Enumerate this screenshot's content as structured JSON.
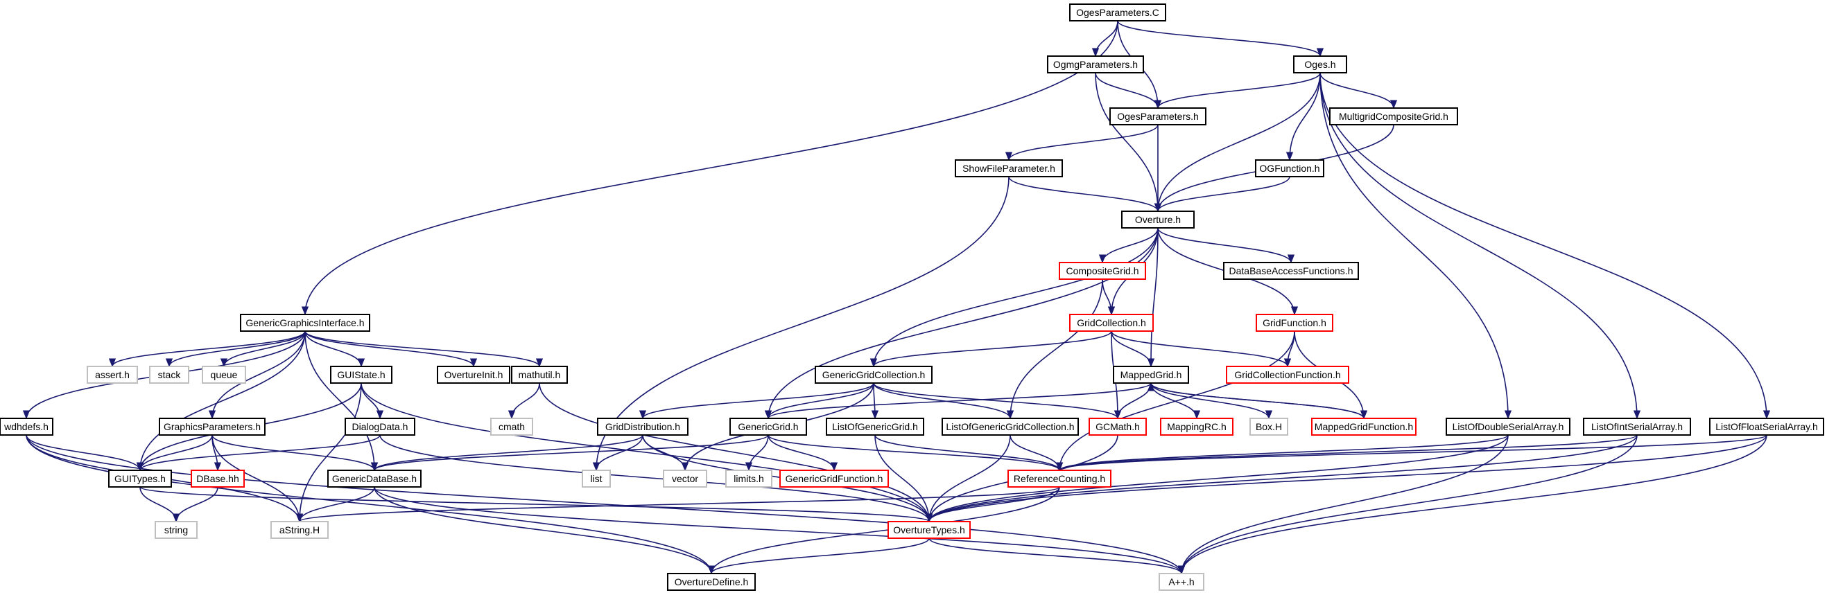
{
  "diagram": {
    "style": {
      "edge_color": "#191970",
      "root_fill": "#bfbfbf",
      "normal_border": "#000000",
      "truncated_border": "#ff0000",
      "external_border": "#bfbfbf"
    },
    "nodes": [
      {
        "id": "n_root",
        "label": "OgesParameters.C",
        "kind": "root"
      },
      {
        "id": "n_ogmgparameters_h",
        "label": "OgmgParameters.h",
        "kind": "normal"
      },
      {
        "id": "n_oges_h",
        "label": "Oges.h",
        "kind": "normal"
      },
      {
        "id": "n_ogesparameters_h",
        "label": "OgesParameters.h",
        "kind": "normal"
      },
      {
        "id": "n_multigridcompositegrid_h",
        "label": "MultigridCompositeGrid.h",
        "kind": "normal"
      },
      {
        "id": "n_showfileparameter_h",
        "label": "ShowFileParameter.h",
        "kind": "normal"
      },
      {
        "id": "n_ogfunction_h",
        "label": "OGFunction.h",
        "kind": "normal"
      },
      {
        "id": "n_overture_h",
        "label": "Overture.h",
        "kind": "normal"
      },
      {
        "id": "n_compositegrid_h",
        "label": "CompositeGrid.h",
        "kind": "truncated"
      },
      {
        "id": "n_databaseaccessfunctions_h",
        "label": "DataBaseAccessFunctions.h",
        "kind": "normal"
      },
      {
        "id": "n_genericgraphicsinterface_h",
        "label": "GenericGraphicsInterface.h",
        "kind": "normal"
      },
      {
        "id": "n_gridcollection_h",
        "label": "GridCollection.h",
        "kind": "truncated"
      },
      {
        "id": "n_gridfunction_h",
        "label": "GridFunction.h",
        "kind": "truncated"
      },
      {
        "id": "n_assert_h",
        "label": "assert.h",
        "kind": "external"
      },
      {
        "id": "n_stack",
        "label": "stack",
        "kind": "external"
      },
      {
        "id": "n_queue",
        "label": "queue",
        "kind": "external"
      },
      {
        "id": "n_guistate_h",
        "label": "GUIState.h",
        "kind": "normal"
      },
      {
        "id": "n_overtureinit_h",
        "label": "OvertureInit.h",
        "kind": "normal"
      },
      {
        "id": "n_mathutil_h",
        "label": "mathutil.h",
        "kind": "normal"
      },
      {
        "id": "n_genericgridcollection_h",
        "label": "GenericGridCollection.h",
        "kind": "normal"
      },
      {
        "id": "n_mappedgrid_h",
        "label": "MappedGrid.h",
        "kind": "normal"
      },
      {
        "id": "n_gridcollectionfunction_h",
        "label": "GridCollectionFunction.h",
        "kind": "truncated"
      },
      {
        "id": "n_cmath",
        "label": "cmath",
        "kind": "external"
      },
      {
        "id": "n_wdhdefs_h",
        "label": "wdhdefs.h",
        "kind": "normal"
      },
      {
        "id": "n_graphicsparameters_h",
        "label": "GraphicsParameters.h",
        "kind": "normal"
      },
      {
        "id": "n_dialogdata_h",
        "label": "DialogData.h",
        "kind": "normal"
      },
      {
        "id": "n_griddistribution_h",
        "label": "GridDistribution.h",
        "kind": "normal"
      },
      {
        "id": "n_genericgrid_h",
        "label": "GenericGrid.h",
        "kind": "normal"
      },
      {
        "id": "n_listofgenericgrid_h",
        "label": "ListOfGenericGrid.h",
        "kind": "normal"
      },
      {
        "id": "n_listofgenericgridcollection_h",
        "label": "ListOfGenericGridCollection.h",
        "kind": "normal"
      },
      {
        "id": "n_gcmath_h",
        "label": "GCMath.h",
        "kind": "truncated"
      },
      {
        "id": "n_mappingrc_h",
        "label": "MappingRC.h",
        "kind": "truncated"
      },
      {
        "id": "n_box_h",
        "label": "Box.H",
        "kind": "external"
      },
      {
        "id": "n_mappedgridfunction_h",
        "label": "MappedGridFunction.h",
        "kind": "truncated"
      },
      {
        "id": "n_listofdoubleserialarray_h",
        "label": "ListOfDoubleSerialArray.h",
        "kind": "normal"
      },
      {
        "id": "n_listofintserialarray_h",
        "label": "ListOfIntSerialArray.h",
        "kind": "normal"
      },
      {
        "id": "n_listoffloatserialarray_h",
        "label": "ListOfFloatSerialArray.h",
        "kind": "normal"
      },
      {
        "id": "n_guitypes_h",
        "label": "GUITypes.h",
        "kind": "normal"
      },
      {
        "id": "n_dbase_hh",
        "label": "DBase.hh",
        "kind": "truncated"
      },
      {
        "id": "n_genericdatabase_h",
        "label": "GenericDataBase.h",
        "kind": "normal"
      },
      {
        "id": "n_list",
        "label": "list",
        "kind": "external"
      },
      {
        "id": "n_vector",
        "label": "vector",
        "kind": "external"
      },
      {
        "id": "n_limits_h",
        "label": "limits.h",
        "kind": "external"
      },
      {
        "id": "n_genericgridfunction_h",
        "label": "GenericGridFunction.h",
        "kind": "truncated"
      },
      {
        "id": "n_referencecounting_h",
        "label": "ReferenceCounting.h",
        "kind": "truncated"
      },
      {
        "id": "n_string",
        "label": "string",
        "kind": "external"
      },
      {
        "id": "n_astring_h",
        "label": "aString.H",
        "kind": "external"
      },
      {
        "id": "n_overturetypes_h",
        "label": "OvertureTypes.h",
        "kind": "truncated"
      },
      {
        "id": "n_overturedefine_h",
        "label": "OvertureDefine.h",
        "kind": "normal"
      },
      {
        "id": "n_a_plus_plus_h",
        "label": "A++.h",
        "kind": "external"
      }
    ],
    "edges": [
      [
        "n_root",
        "n_ogmgparameters_h"
      ],
      [
        "n_root",
        "n_ogesparameters_h"
      ],
      [
        "n_root",
        "n_oges_h"
      ],
      [
        "n_root",
        "n_genericgraphicsinterface_h"
      ],
      [
        "n_ogmgparameters_h",
        "n_ogesparameters_h"
      ],
      [
        "n_ogmgparameters_h",
        "n_overture_h"
      ],
      [
        "n_oges_h",
        "n_ogesparameters_h"
      ],
      [
        "n_oges_h",
        "n_multigridcompositegrid_h"
      ],
      [
        "n_oges_h",
        "n_ogfunction_h"
      ],
      [
        "n_oges_h",
        "n_overture_h"
      ],
      [
        "n_oges_h",
        "n_listofdoubleserialarray_h"
      ],
      [
        "n_oges_h",
        "n_listofintserialarray_h"
      ],
      [
        "n_oges_h",
        "n_listoffloatserialarray_h"
      ],
      [
        "n_ogesparameters_h",
        "n_showfileparameter_h"
      ],
      [
        "n_ogesparameters_h",
        "n_overture_h"
      ],
      [
        "n_multigridcompositegrid_h",
        "n_overture_h"
      ],
      [
        "n_ogfunction_h",
        "n_overture_h"
      ],
      [
        "n_showfileparameter_h",
        "n_overture_h"
      ],
      [
        "n_showfileparameter_h",
        "n_list"
      ],
      [
        "n_overture_h",
        "n_compositegrid_h"
      ],
      [
        "n_overture_h",
        "n_gridcollection_h"
      ],
      [
        "n_overture_h",
        "n_mappedgrid_h"
      ],
      [
        "n_overture_h",
        "n_gridfunction_h"
      ],
      [
        "n_overture_h",
        "n_databaseaccessfunctions_h"
      ],
      [
        "n_overture_h",
        "n_genericgridcollection_h"
      ],
      [
        "n_overture_h",
        "n_genericgrid_h"
      ],
      [
        "n_compositegrid_h",
        "n_gridcollection_h"
      ],
      [
        "n_compositegrid_h",
        "n_listofgenericgridcollection_h"
      ],
      [
        "n_gridcollection_h",
        "n_genericgridcollection_h"
      ],
      [
        "n_gridcollection_h",
        "n_mappedgrid_h"
      ],
      [
        "n_gridcollection_h",
        "n_gridcollectionfunction_h"
      ],
      [
        "n_gridcollection_h",
        "n_gcmath_h"
      ],
      [
        "n_gridfunction_h",
        "n_gridcollectionfunction_h"
      ],
      [
        "n_gridfunction_h",
        "n_mappedgridfunction_h"
      ],
      [
        "n_gridfunction_h",
        "n_referencecounting_h"
      ],
      [
        "n_genericgraphicsinterface_h",
        "n_assert_h"
      ],
      [
        "n_genericgraphicsinterface_h",
        "n_stack"
      ],
      [
        "n_genericgraphicsinterface_h",
        "n_queue"
      ],
      [
        "n_genericgraphicsinterface_h",
        "n_guistate_h"
      ],
      [
        "n_genericgraphicsinterface_h",
        "n_overtureinit_h"
      ],
      [
        "n_genericgraphicsinterface_h",
        "n_mathutil_h"
      ],
      [
        "n_genericgraphicsinterface_h",
        "n_wdhdefs_h"
      ],
      [
        "n_genericgraphicsinterface_h",
        "n_graphicsparameters_h"
      ],
      [
        "n_genericgraphicsinterface_h",
        "n_guitypes_h"
      ],
      [
        "n_genericgraphicsinterface_h",
        "n_genericdatabase_h"
      ],
      [
        "n_guistate_h",
        "n_dialogdata_h"
      ],
      [
        "n_guistate_h",
        "n_guitypes_h"
      ],
      [
        "n_guistate_h",
        "n_astring_h"
      ],
      [
        "n_guistate_h",
        "n_overturetypes_h"
      ],
      [
        "n_mathutil_h",
        "n_cmath"
      ],
      [
        "n_mathutil_h",
        "n_overturetypes_h"
      ],
      [
        "n_genericgridcollection_h",
        "n_griddistribution_h"
      ],
      [
        "n_genericgridcollection_h",
        "n_genericgrid_h"
      ],
      [
        "n_genericgridcollection_h",
        "n_listofgenericgrid_h"
      ],
      [
        "n_genericgridcollection_h",
        "n_listofgenericgridcollection_h"
      ],
      [
        "n_genericgridcollection_h",
        "n_gcmath_h"
      ],
      [
        "n_genericgridcollection_h",
        "n_vector"
      ],
      [
        "n_mappedgrid_h",
        "n_genericgrid_h"
      ],
      [
        "n_mappedgrid_h",
        "n_gcmath_h"
      ],
      [
        "n_mappedgrid_h",
        "n_mappingrc_h"
      ],
      [
        "n_mappedgrid_h",
        "n_box_h"
      ],
      [
        "n_mappedgrid_h",
        "n_mappedgridfunction_h"
      ],
      [
        "n_mappedgridfunction_h",
        "n_mappedgrid_h"
      ],
      [
        "n_wdhdefs_h",
        "n_guitypes_h"
      ],
      [
        "n_wdhdefs_h",
        "n_astring_h"
      ],
      [
        "n_wdhdefs_h",
        "n_overturedefine_h"
      ],
      [
        "n_wdhdefs_h",
        "n_a_plus_plus_h"
      ],
      [
        "n_graphicsparameters_h",
        "n_guitypes_h"
      ],
      [
        "n_graphicsparameters_h",
        "n_dbase_hh"
      ],
      [
        "n_graphicsparameters_h",
        "n_genericdatabase_h"
      ],
      [
        "n_graphicsparameters_h",
        "n_astring_h"
      ],
      [
        "n_dialogdata_h",
        "n_guitypes_h"
      ],
      [
        "n_dialogdata_h",
        "n_overturetypes_h"
      ],
      [
        "n_griddistribution_h",
        "n_genericdatabase_h"
      ],
      [
        "n_griddistribution_h",
        "n_list"
      ],
      [
        "n_griddistribution_h",
        "n_vector"
      ],
      [
        "n_griddistribution_h",
        "n_overturetypes_h"
      ],
      [
        "n_genericgrid_h",
        "n_genericdatabase_h"
      ],
      [
        "n_genericgrid_h",
        "n_limits_h"
      ],
      [
        "n_genericgrid_h",
        "n_genericgridfunction_h"
      ],
      [
        "n_genericgrid_h",
        "n_referencecounting_h"
      ],
      [
        "n_listofgenericgrid_h",
        "n_referencecounting_h"
      ],
      [
        "n_listofgenericgrid_h",
        "n_overturetypes_h"
      ],
      [
        "n_listofgenericgridcollection_h",
        "n_referencecounting_h"
      ],
      [
        "n_listofgenericgridcollection_h",
        "n_overturetypes_h"
      ],
      [
        "n_gcmath_h",
        "n_overturetypes_h"
      ],
      [
        "n_listofdoubleserialarray_h",
        "n_referencecounting_h"
      ],
      [
        "n_listofdoubleserialarray_h",
        "n_overturetypes_h"
      ],
      [
        "n_listofdoubleserialarray_h",
        "n_a_plus_plus_h"
      ],
      [
        "n_listofintserialarray_h",
        "n_referencecounting_h"
      ],
      [
        "n_listofintserialarray_h",
        "n_overturetypes_h"
      ],
      [
        "n_listofintserialarray_h",
        "n_a_plus_plus_h"
      ],
      [
        "n_listoffloatserialarray_h",
        "n_referencecounting_h"
      ],
      [
        "n_listoffloatserialarray_h",
        "n_overturetypes_h"
      ],
      [
        "n_listoffloatserialarray_h",
        "n_a_plus_plus_h"
      ],
      [
        "n_guitypes_h",
        "n_string"
      ],
      [
        "n_guitypes_h",
        "n_overturetypes_h"
      ],
      [
        "n_dbase_hh",
        "n_string"
      ],
      [
        "n_genericdatabase_h",
        "n_astring_h"
      ],
      [
        "n_genericdatabase_h",
        "n_overturedefine_h"
      ],
      [
        "n_genericdatabase_h",
        "n_a_plus_plus_h"
      ],
      [
        "n_referencecounting_h",
        "n_astring_h"
      ],
      [
        "n_referencecounting_h",
        "n_overturetypes_h"
      ],
      [
        "n_referencecounting_h",
        "n_overturedefine_h"
      ],
      [
        "n_overturetypes_h",
        "n_overturedefine_h"
      ],
      [
        "n_overturetypes_h",
        "n_a_plus_plus_h"
      ]
    ]
  }
}
